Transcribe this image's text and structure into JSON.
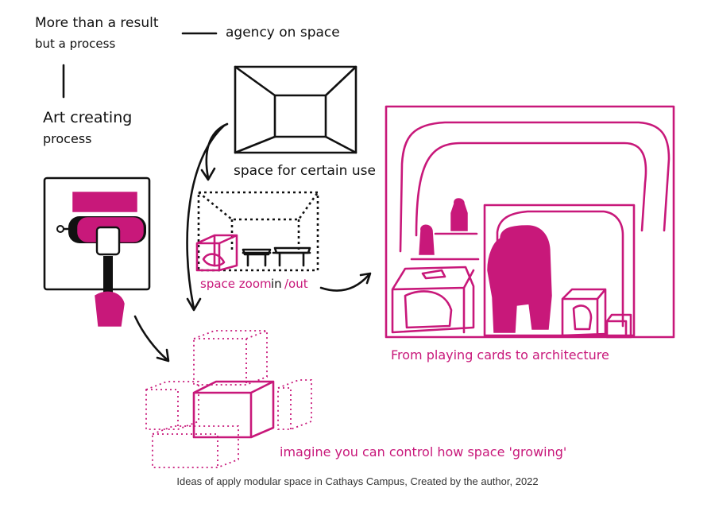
{
  "notes": {
    "line1": "More than a result",
    "line2": "but a process",
    "agency": "agency on space",
    "art_line1": "Art creating",
    "art_line2": "process",
    "space_use": "space for certain use",
    "zoom_a": "space zoom",
    "zoom_b": "in",
    "zoom_c": "/out",
    "cards": "From playing cards to architecture",
    "imagine": "imagine you can control how space 'growing'"
  },
  "caption": "Ideas of apply modular space in Cathays Campus, Created by the author, 2022",
  "colors": {
    "ink": "#111111",
    "accent": "#c8187a"
  }
}
